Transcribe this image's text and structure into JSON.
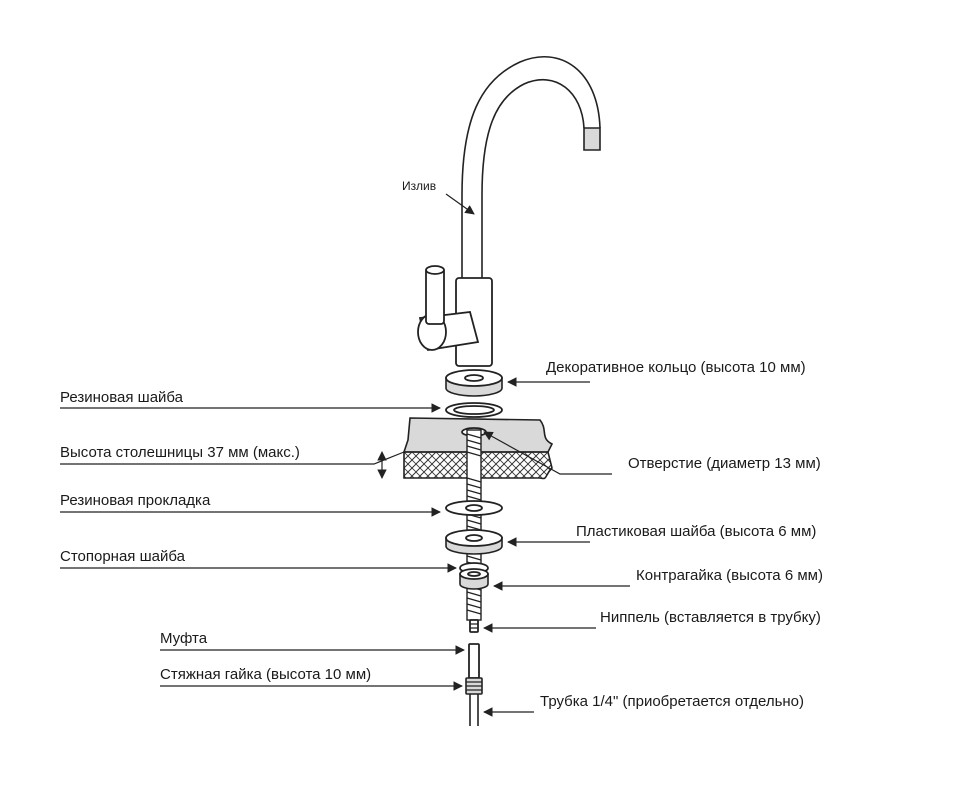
{
  "labels": {
    "spout": "Излив",
    "decorative_ring": "Декоративное кольцо (высота 10 мм)",
    "rubber_washer": "Резиновая шайба",
    "countertop_height": "Высота столешницы 37 мм (макс.)",
    "hole": "Отверстие (диаметр 13 мм)",
    "rubber_gasket": "Резиновая прокладка",
    "plastic_washer": "Пластиковая шайба (высота 6 мм)",
    "lock_washer": "Стопорная шайба",
    "lock_nut": "Контрагайка (высота 6 мм)",
    "nipple": "Ниппель (вставляется в трубку)",
    "coupling": "Муфта",
    "compression_nut": "Стяжная гайка (высота 10 мм)",
    "tube": "Трубка 1/4\" (приобретается отдельно)"
  },
  "icons": {
    "arrow": "arrow-head",
    "hatch": "countertop-hatch"
  },
  "colors": {
    "ink": "#222222",
    "background": "#ffffff"
  }
}
